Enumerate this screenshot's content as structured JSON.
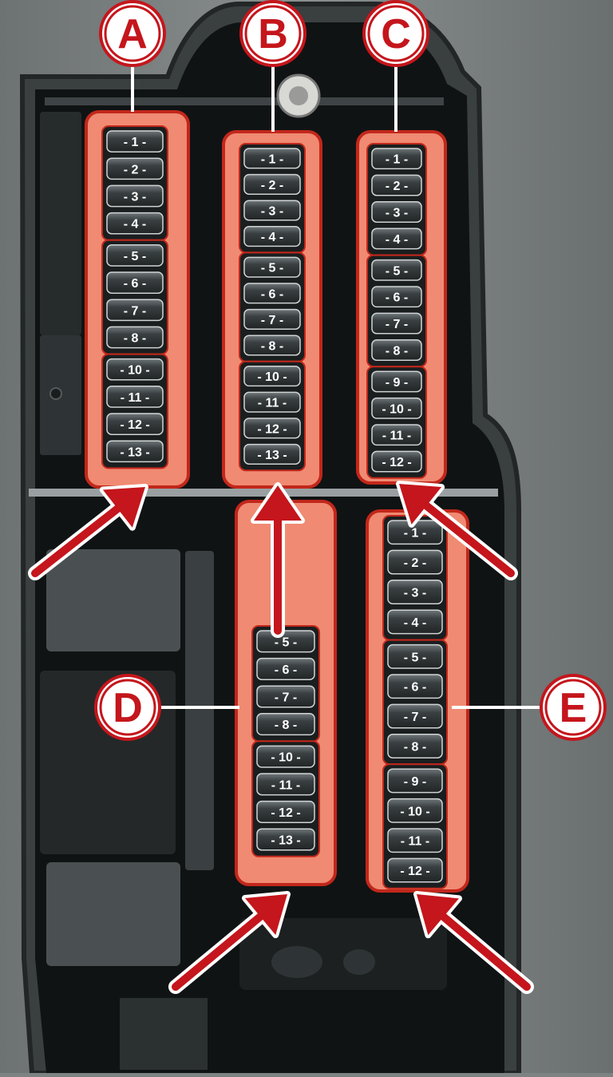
{
  "colors": {
    "background": "#7d8282",
    "housing_dark": "#101314",
    "housing_mid": "#2b3030",
    "fuse_carrier": "#f08a72",
    "fuse_carrier_edge": "#c2271b",
    "fuse_body": "#3a3f40",
    "fuse_text": "#ffffff",
    "callout_red": "#c4161c"
  },
  "callouts": [
    {
      "id": "A",
      "label": "A"
    },
    {
      "id": "B",
      "label": "B"
    },
    {
      "id": "C",
      "label": "C"
    },
    {
      "id": "D",
      "label": "D"
    },
    {
      "id": "E",
      "label": "E"
    }
  ],
  "fuse_panels": [
    {
      "id": "A",
      "fuses": [
        "1",
        "2",
        "3",
        "4",
        "5",
        "6",
        "7",
        "8",
        "10",
        "11",
        "12",
        "13"
      ]
    },
    {
      "id": "B",
      "fuses": [
        "1",
        "2",
        "3",
        "4",
        "5",
        "6",
        "7",
        "8",
        "10",
        "11",
        "12",
        "13"
      ]
    },
    {
      "id": "C",
      "fuses": [
        "1",
        "2",
        "3",
        "4",
        "5",
        "6",
        "7",
        "8",
        "9",
        "10",
        "11",
        "12"
      ]
    },
    {
      "id": "D",
      "fuses": [
        "5",
        "6",
        "7",
        "8",
        "10",
        "11",
        "12",
        "13"
      ]
    },
    {
      "id": "E",
      "fuses": [
        "1",
        "2",
        "3",
        "4",
        "5",
        "6",
        "7",
        "8",
        "9",
        "10",
        "11",
        "12"
      ]
    }
  ]
}
